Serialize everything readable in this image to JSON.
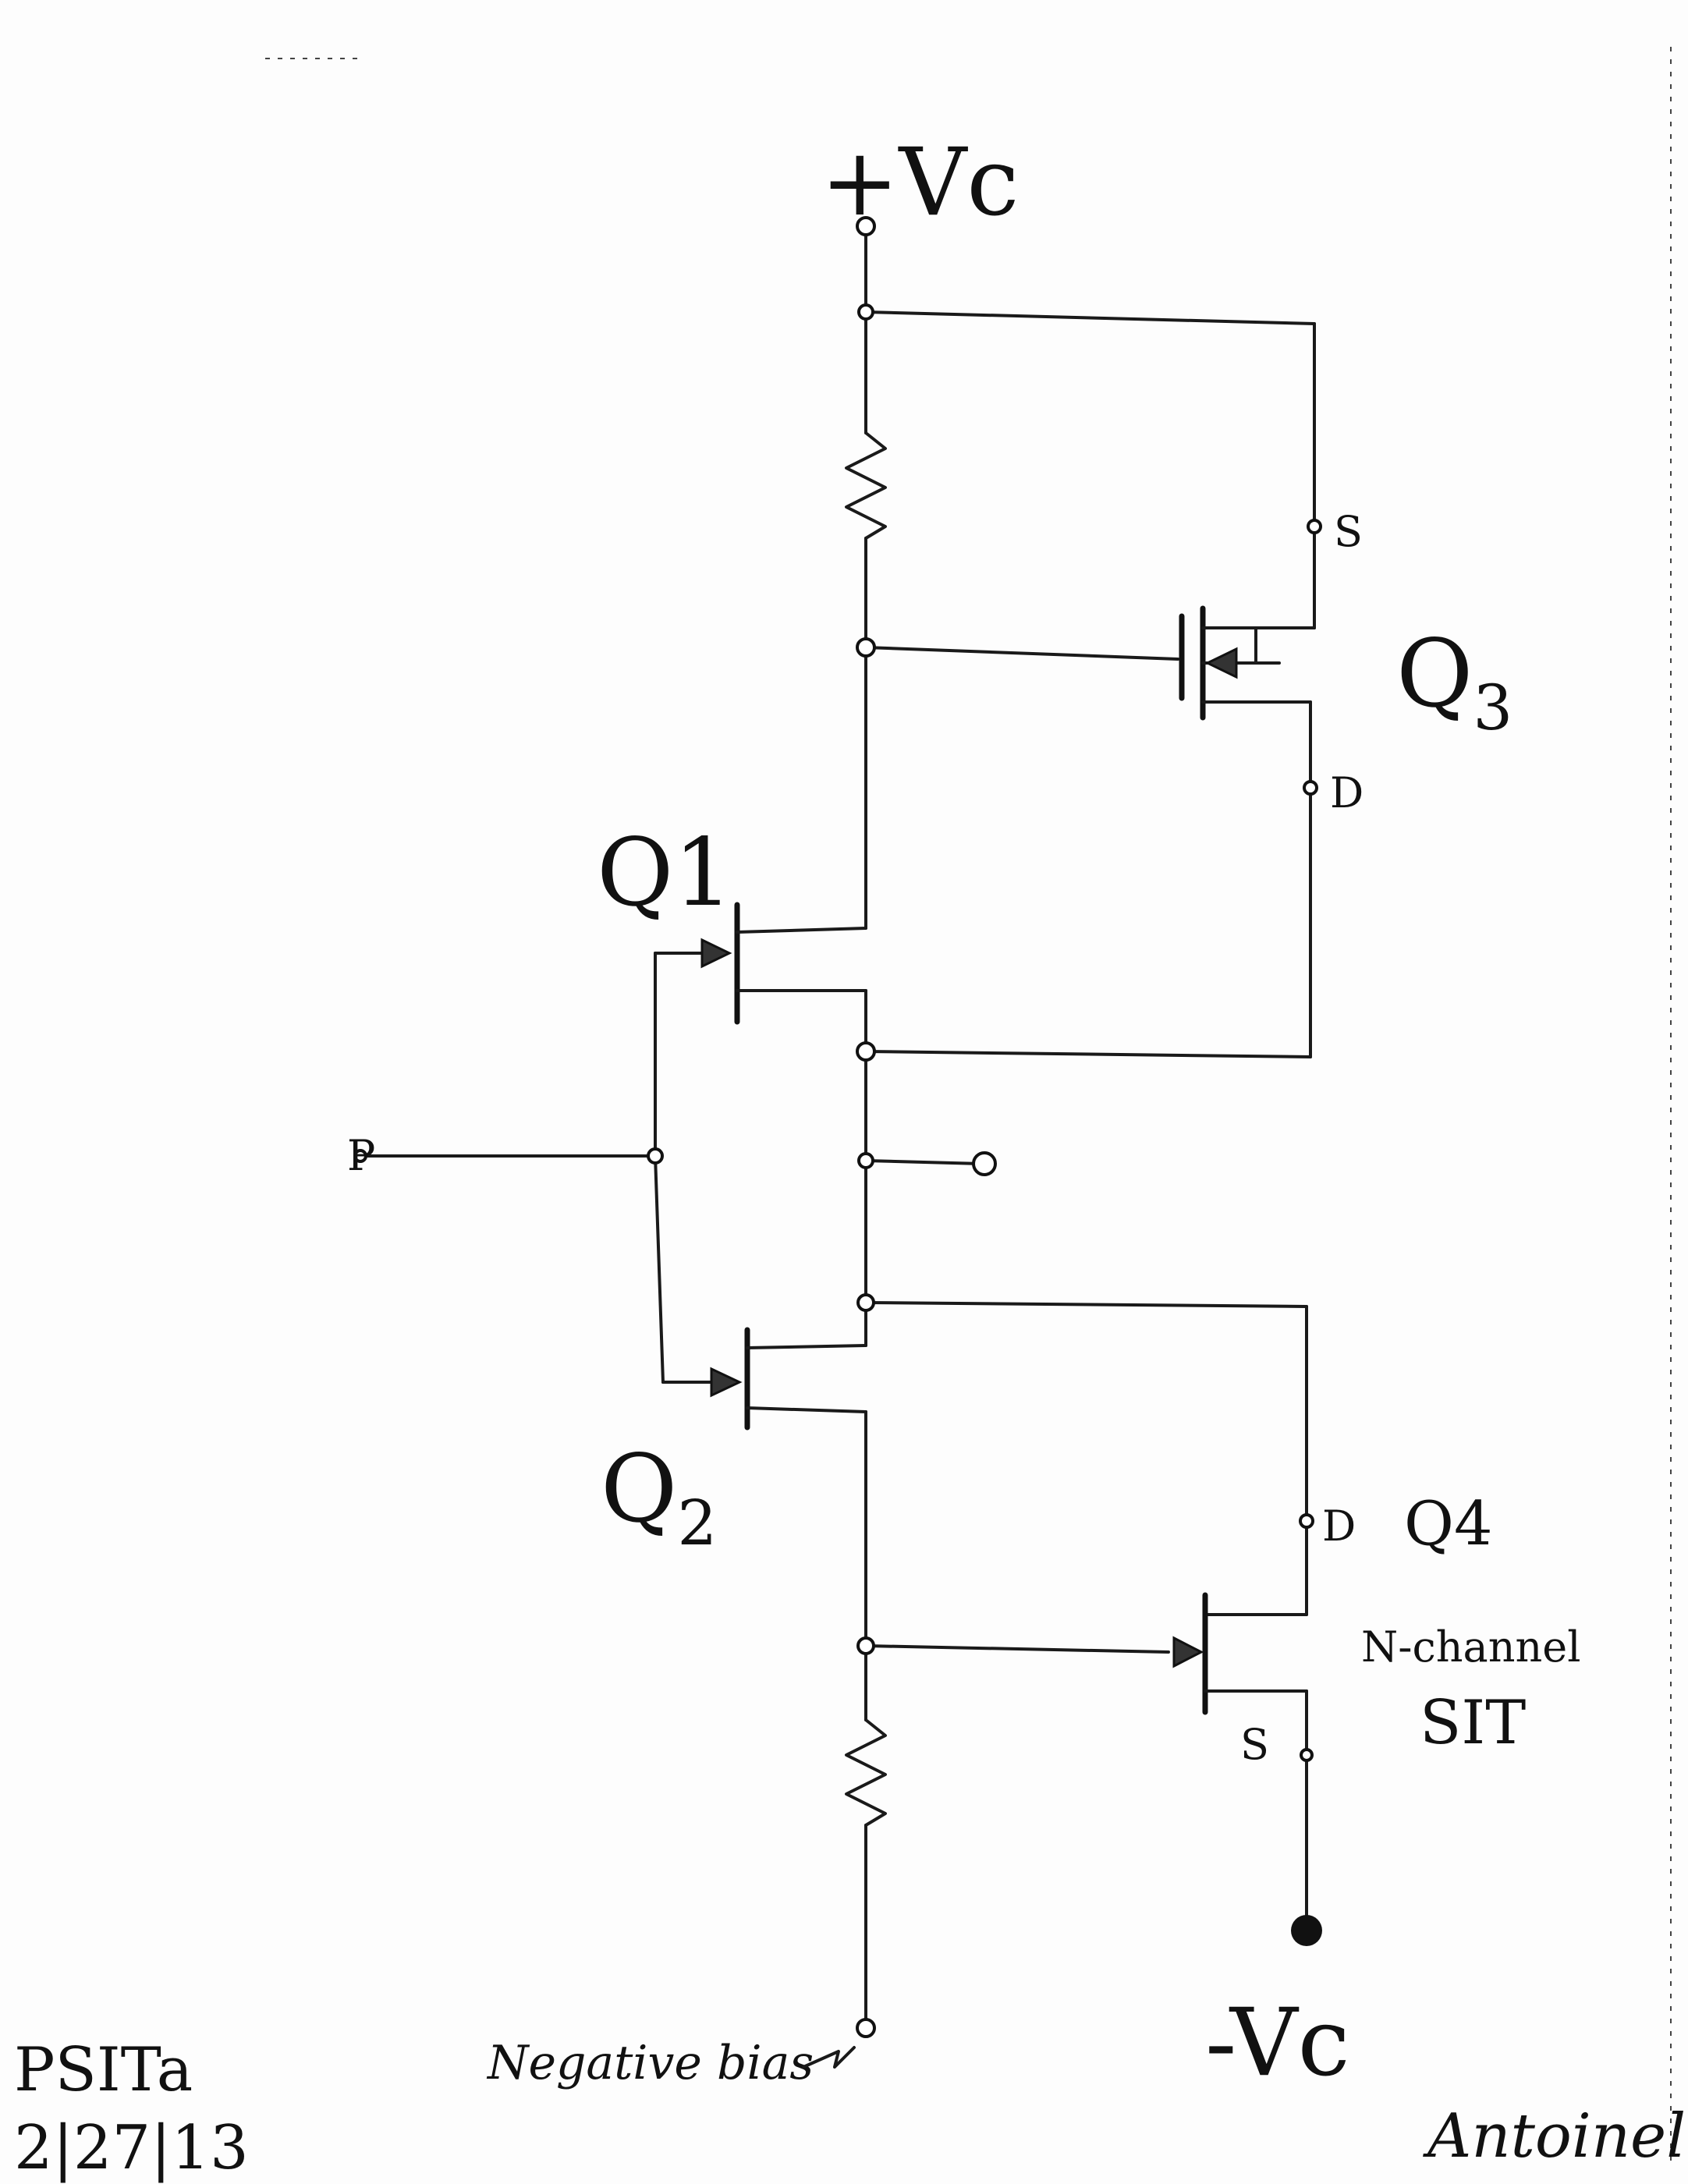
{
  "labels": {
    "supply_pos": "+Vc",
    "supply_neg": "-Vc",
    "q1": "Q1",
    "q2_main": "Q",
    "q2_sub": "2",
    "q3_main": "Q",
    "q3_sub": "3",
    "q4": "Q4",
    "q3_source": "S",
    "q3_drain": "D",
    "q4_drain": "D",
    "q4_source": "S",
    "device_type_line1": "N-channel",
    "device_type_line2": "SIT",
    "input_terminal": "P",
    "negative_bias": "Negative bias"
  },
  "footer": {
    "title": "PSITa",
    "date": "2|27|13",
    "signature": "Antoinel"
  },
  "colors": {
    "ink": "#111111",
    "paper": "#fdfdfd"
  }
}
